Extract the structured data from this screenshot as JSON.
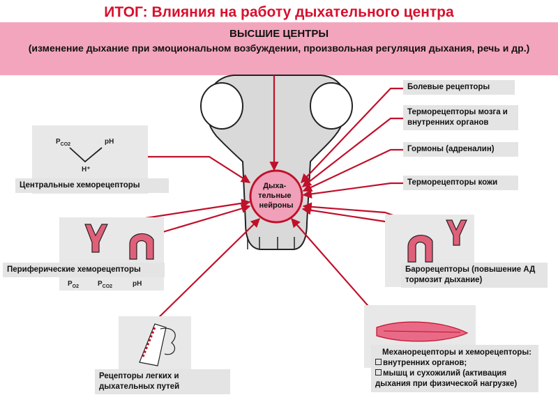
{
  "title": "ИТОГ:  Влияния на работу дыхательного центра",
  "banner": {
    "heading": "ВЫСШИЕ ЦЕНТРЫ",
    "text": "(изменение дыхание при эмоциональном возбуждении,  произвольная регуляция дыхания, речь и др.)"
  },
  "center": {
    "label_lines": [
      "Дыха-",
      "тельные",
      "нейроны"
    ]
  },
  "labels": {
    "pain": "Болевые рецепторы",
    "thermo_brain": "Терморецепторы мозга и внутренних органов",
    "hormones": "Гормоны (адреналин)",
    "thermo_skin": "Терморецепторы кожи",
    "central_chemo": "Центральные хеморецепторы",
    "peripheral_chemo": "Периферические хеморецепторы",
    "baro": "Барорецепторы (повышение АД тормозит дыхание)",
    "lungs": "Рецепторы легких и дыхательных путей",
    "mechano_head": "Механорецепторы и хеморецепторы:",
    "mechano_item1": "внутренних органов;",
    "mechano_item2": "мышц и сухожилий (активация дыхания при физической нагрузке)"
  },
  "symbols": {
    "central": {
      "pco2": "P",
      "pco2_sub": "CO2",
      "ph": "pH",
      "h": "H⁺"
    },
    "peripheral": {
      "po2": "P",
      "po2_sub": "O2",
      "pco2": "P",
      "pco2_sub": "CO2",
      "ph": "pH"
    }
  },
  "colors": {
    "title": "#d8102e",
    "banner": "#f3a5bd",
    "arrow": "#c0102a",
    "neurons_fill": "#f0a0b8",
    "label_bg": "#e4e4e4"
  },
  "icons": {
    "brain": "brainstem-illustration",
    "vessel": "carotid-bifurcation-icon",
    "lungs": "bronchi-illustration",
    "muscle": "muscle-illustration",
    "checkbox": "checkbox-icon"
  }
}
